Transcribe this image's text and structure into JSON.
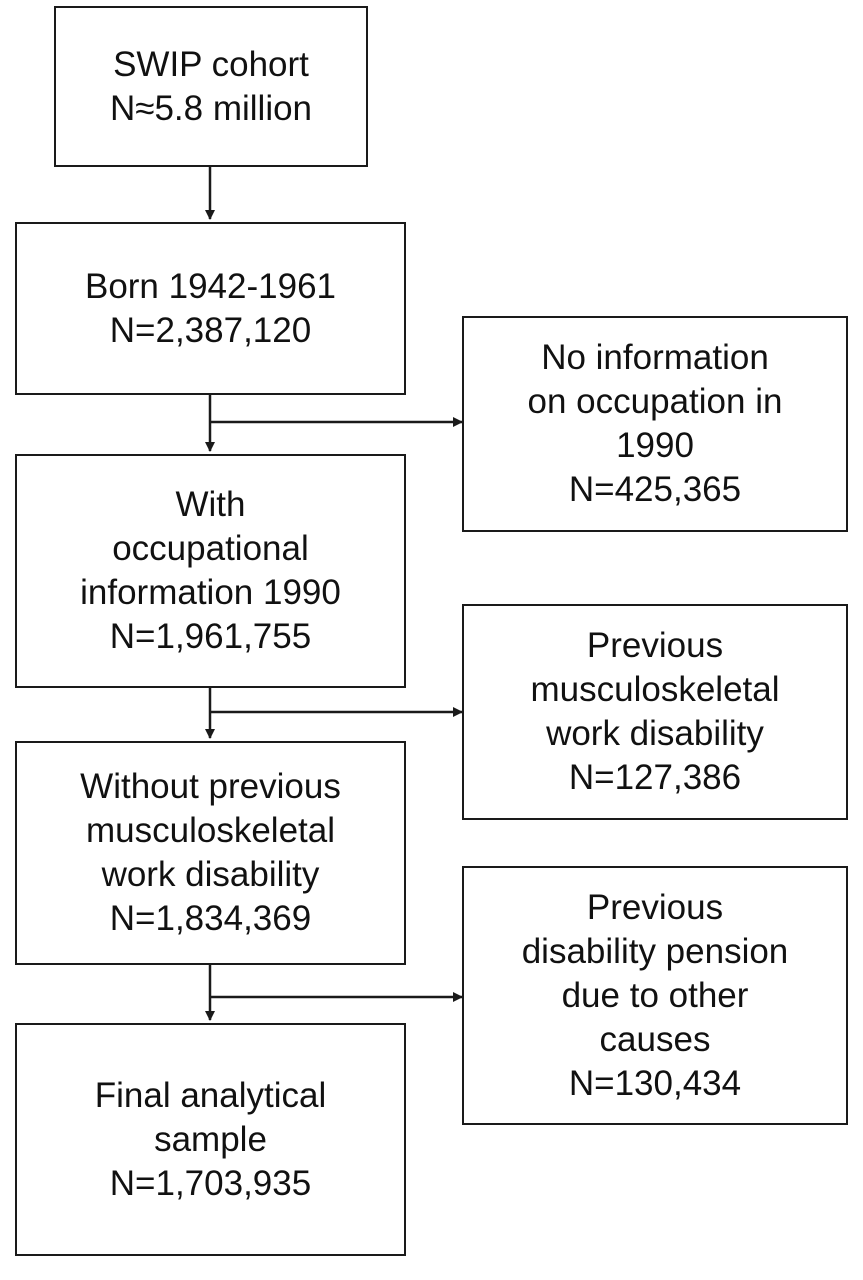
{
  "flow": {
    "main": [
      {
        "lines": [
          "SWIP cohort",
          "N≈5.8 million"
        ]
      },
      {
        "lines": [
          "Born 1942-1961",
          "N=2,387,120"
        ]
      },
      {
        "lines": [
          "With",
          "occupational",
          "information 1990",
          "N=1,961,755"
        ]
      },
      {
        "lines": [
          "Without previous",
          "musculoskeletal",
          "work disability",
          "N=1,834,369"
        ]
      },
      {
        "lines": [
          "Final analytical",
          "sample",
          "N=1,703,935"
        ]
      }
    ],
    "exclusions": [
      {
        "lines": [
          "No information",
          "on occupation in",
          "1990",
          "N=425,365"
        ]
      },
      {
        "lines": [
          "Previous",
          "musculoskeletal",
          "work disability",
          "N=127,386"
        ]
      },
      {
        "lines": [
          "Previous",
          "disability pension",
          "due to other",
          "causes",
          "N=130,434"
        ]
      }
    ]
  }
}
